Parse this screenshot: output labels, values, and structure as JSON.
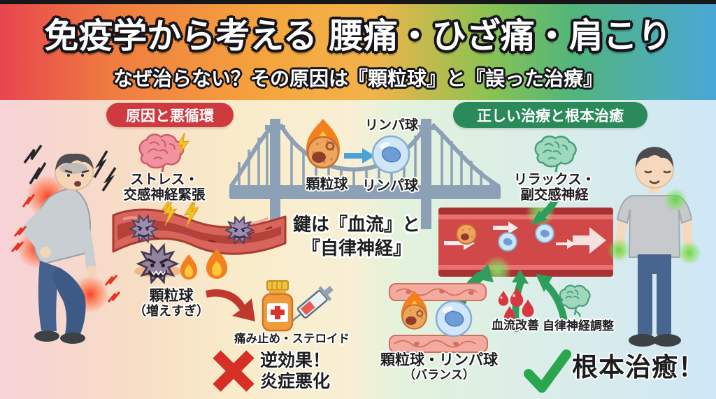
{
  "header": {
    "title": "免疫学から考える 腰痛・ひざ痛・肩こり",
    "subtitle": "なぜ治らない？その原因は『顆粒球』と『誤った治療』"
  },
  "left": {
    "badge": "原因と悪循環",
    "stress_line1": "ストレス・",
    "stress_line2": "交感神経緊張",
    "granulocyte_line1": "顆粒球",
    "granulocyte_line2": "（増えすぎ）",
    "medicine_label": "痛み止め・ステロイド",
    "warning_line1": "逆効果！",
    "warning_line2": "炎症悪化"
  },
  "center": {
    "lymphocyte_top_label": "リンパ球",
    "granulocyte_label": "顆粒球",
    "lymphocyte_label": "リンパ球",
    "key_line1": "鍵は『血流』と",
    "key_line2": "『自律神経』"
  },
  "right": {
    "badge": "正しい治療と根本治癒",
    "relax_line1": "リラックス・",
    "relax_line2": "副交感神経",
    "balance_line1": "顆粒球・リンパ球",
    "balance_line2": "（バランス）",
    "blood_flow_label": "血流改善",
    "autonomic_label": "自律神経調整",
    "cure_label": "根本治癒！"
  },
  "colors": {
    "header_red": "#e8454e",
    "header_orange": "#f5a63e",
    "header_green": "#6cc05b",
    "header_blue": "#4aa8d8",
    "badge_cause": "#cf3a3f",
    "badge_treatment": "#2b8a5a",
    "warning_red": "#d62f26",
    "success_green": "#2aa64c",
    "vessel_red": "#d14848",
    "arrow_green": "#2f9e5d"
  }
}
